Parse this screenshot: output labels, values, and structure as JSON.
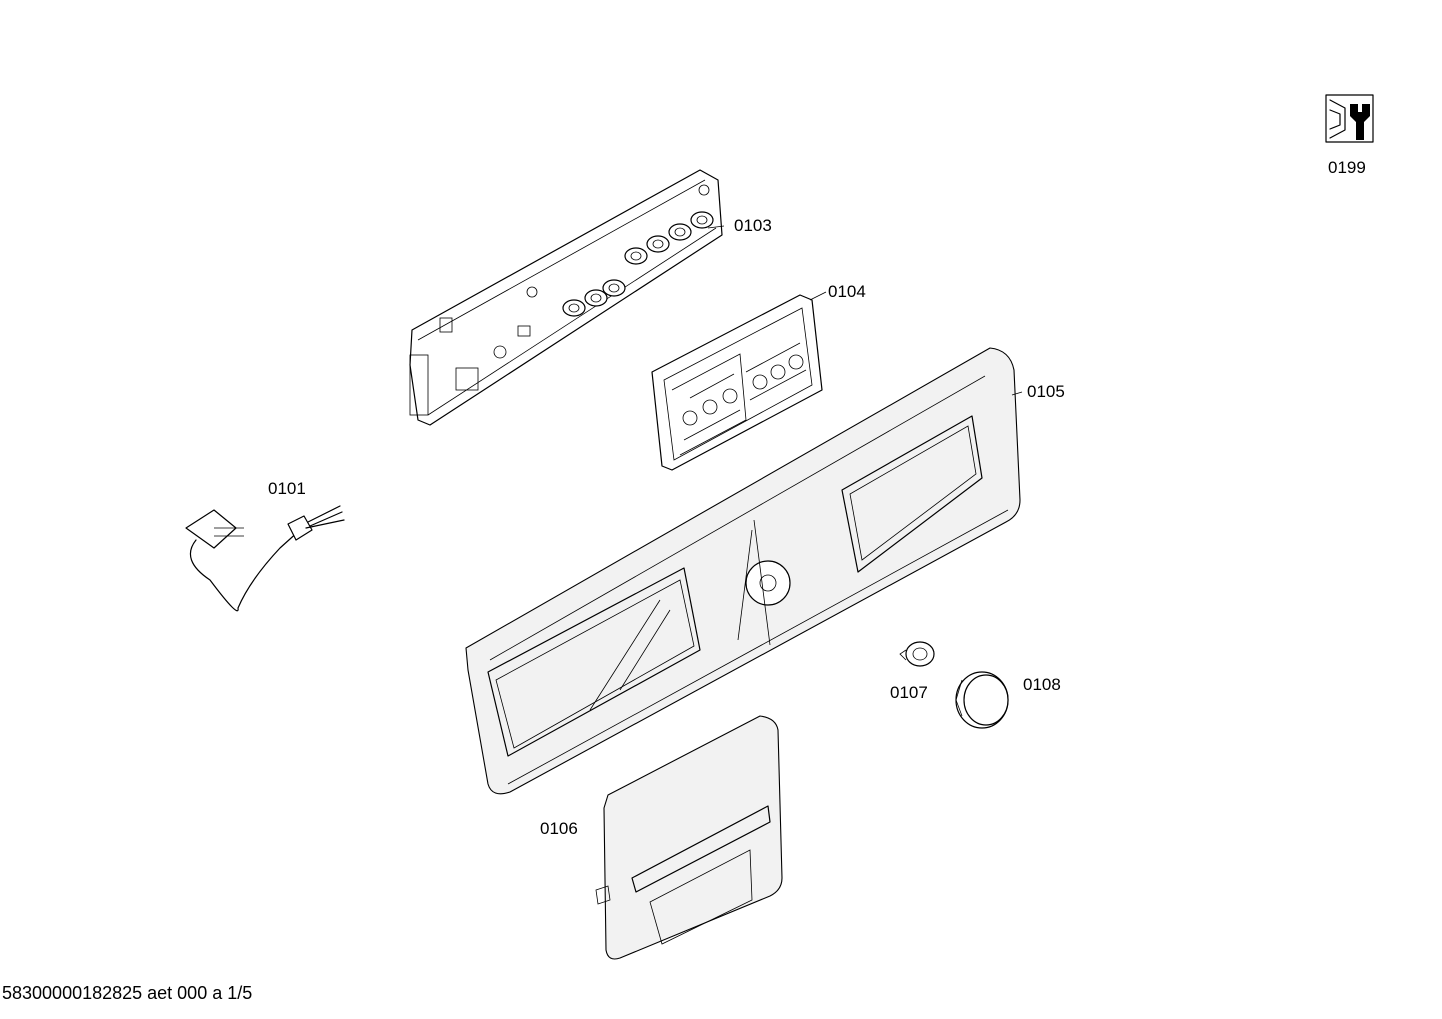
{
  "parts": [
    {
      "id": "0101",
      "label": "0101"
    },
    {
      "id": "0103",
      "label": "0103"
    },
    {
      "id": "0104",
      "label": "0104"
    },
    {
      "id": "0105",
      "label": "0105"
    },
    {
      "id": "0106",
      "label": "0106"
    },
    {
      "id": "0107",
      "label": "0107"
    },
    {
      "id": "0108",
      "label": "0108"
    },
    {
      "id": "0199",
      "label": "0199"
    }
  ],
  "icons": {
    "service": "wrench-bolt-icon"
  },
  "footer": {
    "doc_ref": "58300000182825 aet 000 a 1/5"
  }
}
